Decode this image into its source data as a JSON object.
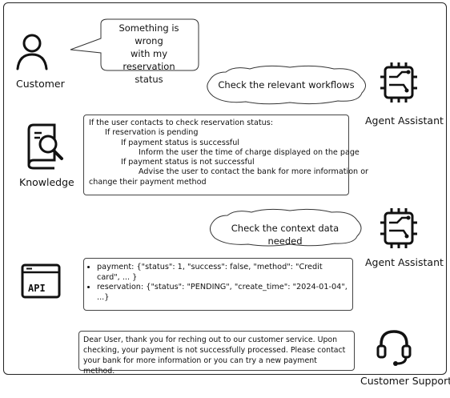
{
  "actors": {
    "customer": "Customer",
    "knowledge": "Knowledge",
    "api": "API",
    "agent_assistant_1": "Agent Assistant",
    "agent_assistant_2": "Agent Assistant",
    "customer_support": "Customer Support"
  },
  "bubbles": {
    "customer_message": [
      "Something is wrong",
      "with my reservation",
      "status"
    ],
    "check_workflows": "Check the relevant workflows",
    "check_context": "Check the context data needed"
  },
  "knowledge_rules": [
    "If the user contacts to check reservation status:",
    "If reservation is pending",
    "If payment status is successful",
    "Inform the user the time of charge displayed on the page",
    "If payment status is not successful",
    "Advise the user to contact the bank for more information or",
    "change their payment method"
  ],
  "api_data": [
    "payment: {\"status\": 1, \"success\": false, \"method\": \"Credit card\", ... }",
    "reservation: {\"status\": \"PENDING\", \"create_time\": \"2024-01-04\", ...}"
  ],
  "support_response": "Dear User, thank you for reching out to our customer service. Upon checking, your payment is not successfully processed. Please contact your bank for more information or you can try a new payment method."
}
